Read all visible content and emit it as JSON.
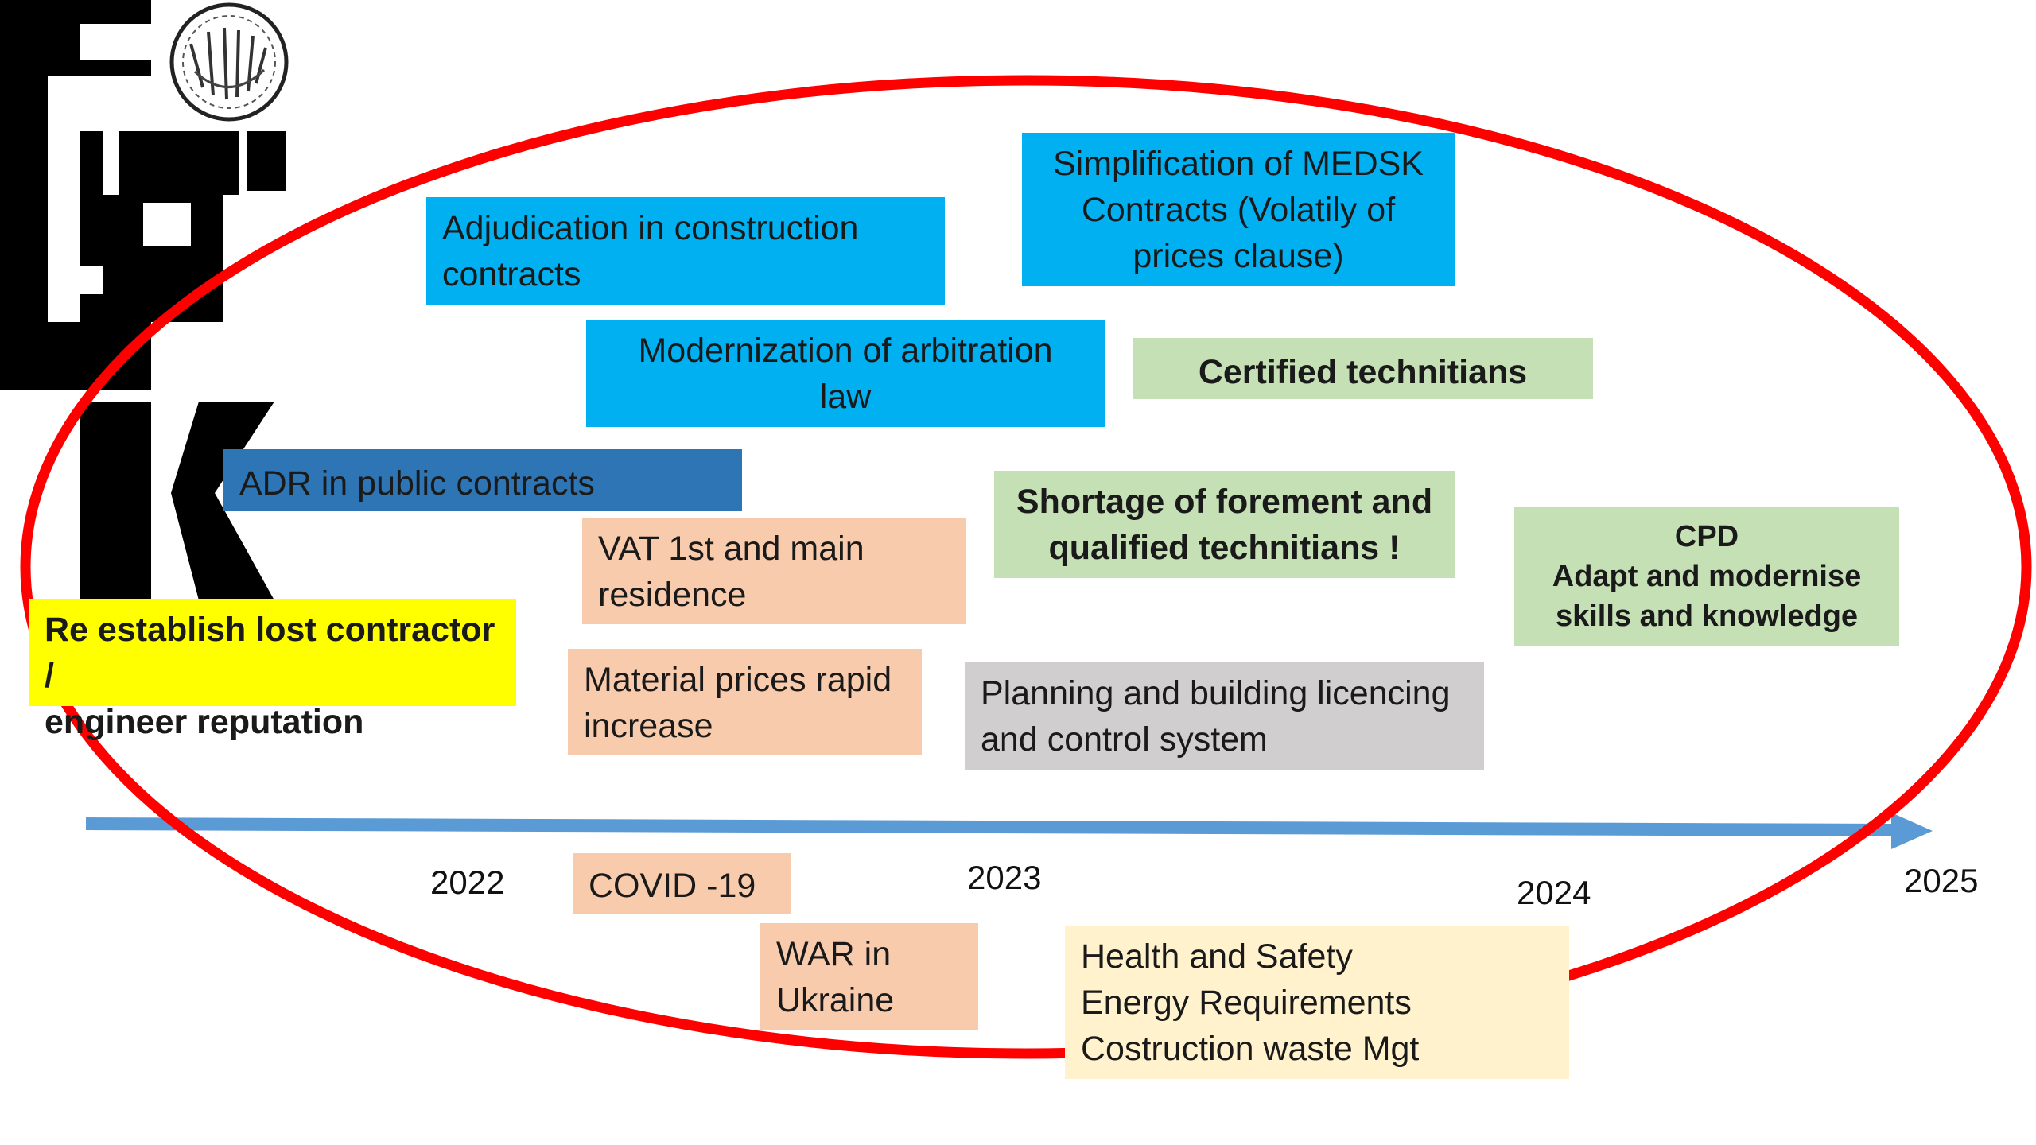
{
  "colors": {
    "ellipse": "#ff0000",
    "timeline_arrow": "#5b9bd5",
    "blue_box": "#00b0f0",
    "dark_blue_box": "#2e75b6",
    "green_box": "#c5e0b4",
    "peach_box": "#f8cbad",
    "grey_box": "#d0cece",
    "yellow_box": "#ffff00",
    "cream_box": "#fff2cc"
  },
  "logo": {
    "emblem": "circular seal",
    "mark": "black geometric letter mark"
  },
  "timeline": {
    "years": [
      "2022",
      "2023",
      "2024",
      "2025"
    ]
  },
  "boxes": {
    "adjudication": [
      "Adjudication in construction",
      "contracts"
    ],
    "simplification": [
      "Simplification of MEDSK",
      "Contracts (Volatily of",
      "prices clause)"
    ],
    "arbitration": [
      "Modernization of arbitration",
      "law"
    ],
    "certified": [
      "Certified technitians"
    ],
    "adr": [
      "ADR in public contracts"
    ],
    "vat": [
      "VAT 1st and main",
      "residence"
    ],
    "shortage": [
      "Shortage of forement and",
      "qualified technitians !"
    ],
    "cpd": [
      "CPD",
      "Adapt and modernise",
      "skills and knowledge"
    ],
    "reputation": [
      "Re establish lost contractor /",
      "engineer reputation"
    ],
    "material": [
      "Material prices rapid",
      "increase"
    ],
    "planning": [
      "Planning and building licencing",
      "and control system"
    ],
    "covid": [
      "COVID -19"
    ],
    "war": [
      "WAR in",
      "Ukraine"
    ],
    "health": [
      "Health and Safety",
      "Energy Requirements",
      "Costruction waste Mgt"
    ]
  }
}
